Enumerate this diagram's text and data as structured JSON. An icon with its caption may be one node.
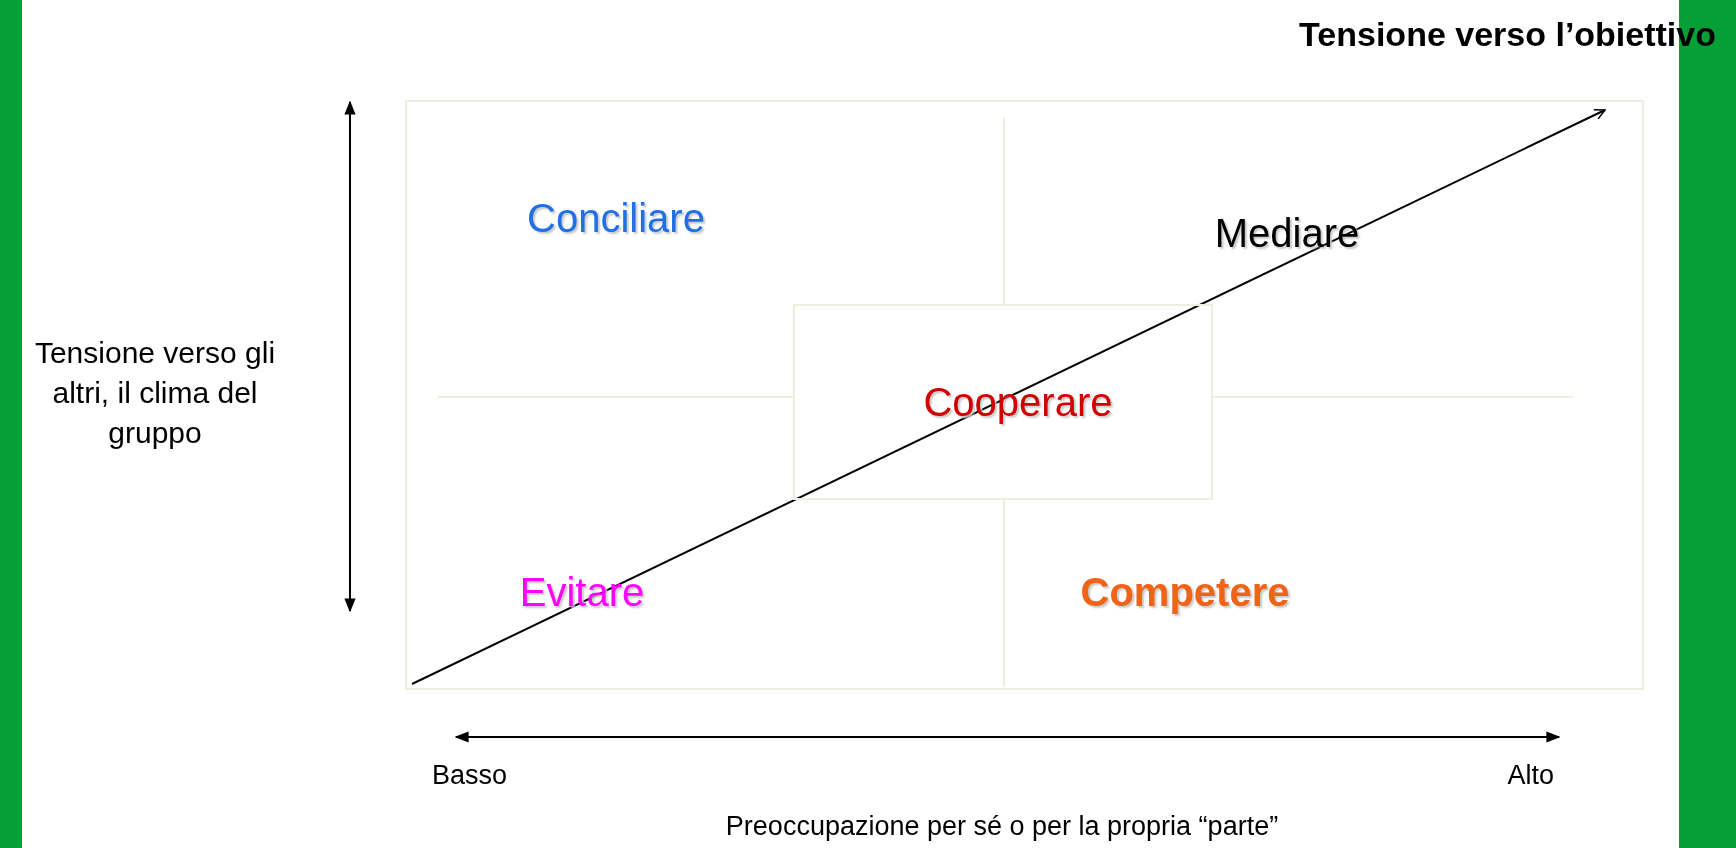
{
  "diagram": {
    "title": "Tensione verso l’obiettivo",
    "nodes": [
      {
        "text": [
          "Cooperare"
        ]
      }
    ],
    "labels": [
      "Conciliare",
      "Mediare",
      "Tensione verso gli altri, il clima del gruppo",
      "Evitare",
      "Competere",
      "Basso",
      "Alto",
      "Preoccupazione per sé o per la propria “parte”"
    ]
  }
}
